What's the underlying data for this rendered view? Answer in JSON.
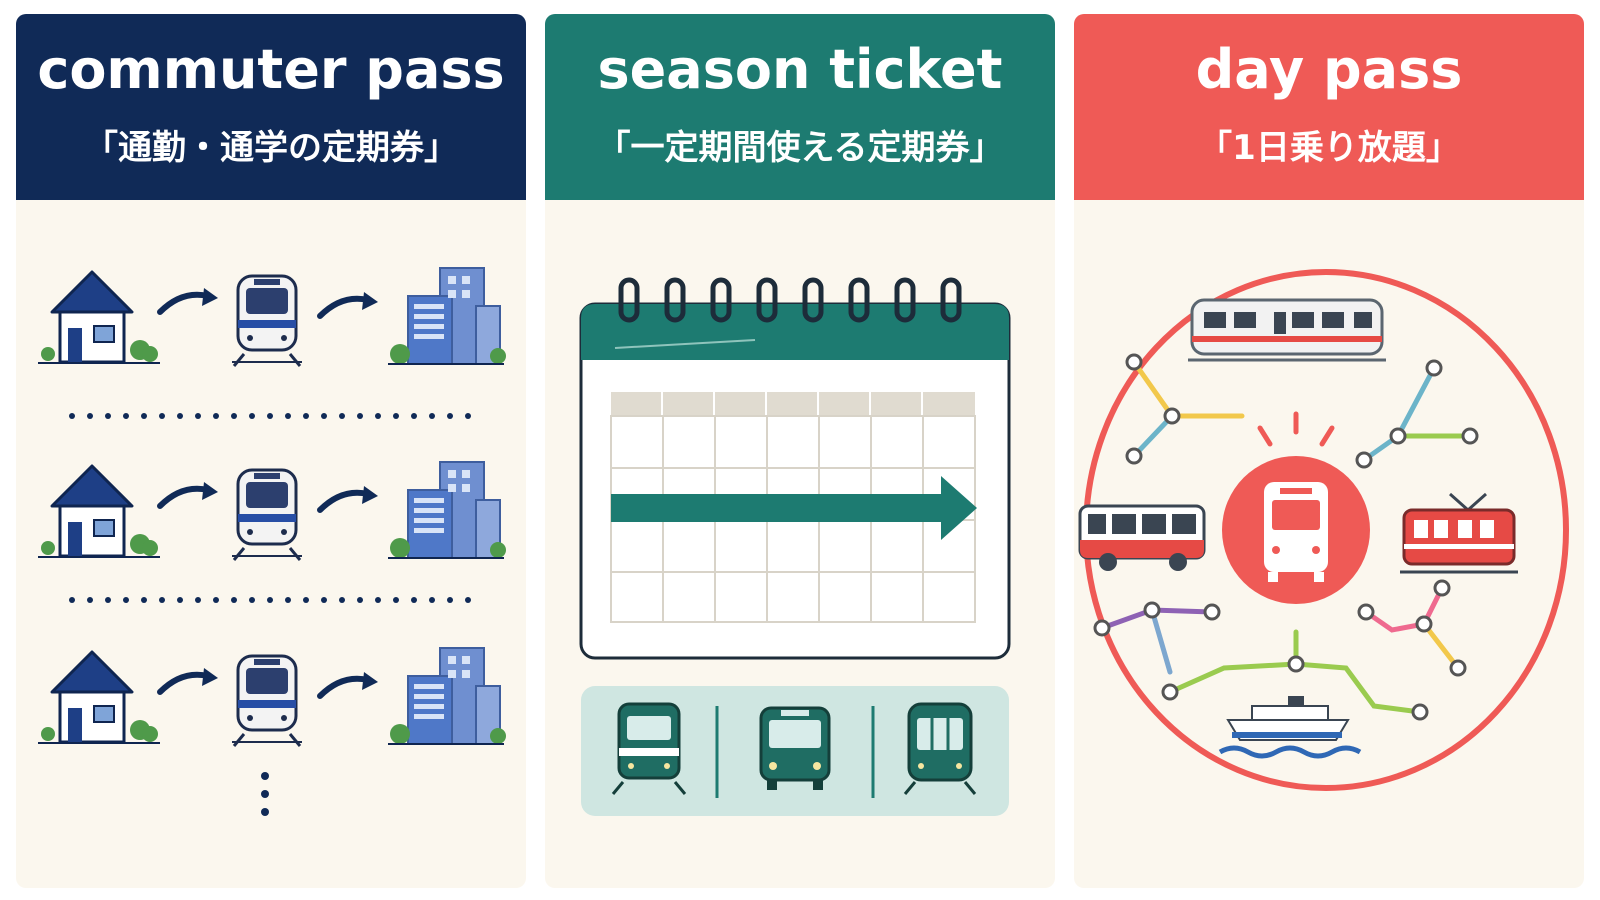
{
  "panels": [
    {
      "id": "commuter",
      "title": "commuter pass",
      "subtitle": "「通勤・通学の定期券」",
      "header_color": "#102a57",
      "icons": [
        "house-icon",
        "arrow-right-icon",
        "train-front-icon",
        "arrow-right-icon",
        "office-building-icon"
      ],
      "rows": 3
    },
    {
      "id": "season",
      "title": "season ticket",
      "subtitle": "「一定期間使える定期券」",
      "header_color": "#1d7b71",
      "icons": [
        "calendar-icon",
        "period-arrow-icon",
        "train-front-icon",
        "bus-front-icon",
        "tram-front-icon"
      ]
    },
    {
      "id": "day",
      "title": "day pass",
      "subtitle": "「1日乗り放題」",
      "header_color": "#ef5a56",
      "icons": [
        "train-side-icon",
        "bus-side-icon",
        "tram-side-icon",
        "ferry-icon",
        "bus-front-badge-icon",
        "route-map-icon"
      ]
    }
  ],
  "colors": {
    "navy": "#102a57",
    "teal": "#1d7b71",
    "red": "#ef5a56",
    "panel_bg": "#fbf7ee"
  }
}
